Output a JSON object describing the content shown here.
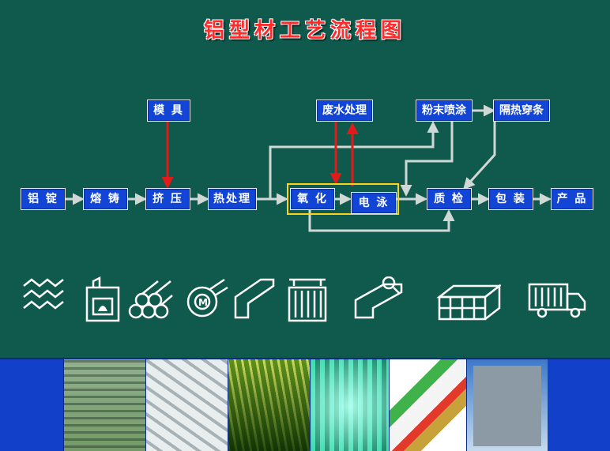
{
  "title": "铝型材工艺流程图",
  "nodes": {
    "ingot": "铝 锭",
    "melt": "熔 铸",
    "extrude": "挤 压",
    "heat": "热处理",
    "oxidize": "氧 化",
    "electro": "电 泳",
    "inspect": "质 检",
    "pack": "包 装",
    "product": "产 品",
    "mold": "模 具",
    "wastewater": "废水处理",
    "powder": "粉末喷涂",
    "thermal": "隔热穿条"
  },
  "icons": [
    "ingot-stack-icon",
    "furnace-icon",
    "billet-logs-icon",
    "extrusion-die-icon",
    "profile-rail-icon",
    "aging-oven-icon",
    "anodize-tank-icon",
    "profile-inspect-icon",
    "pallet-pack-icon",
    "truck-icon"
  ],
  "colors": {
    "background": "#0f5a4d",
    "box": "#1245d6",
    "title": "#ff2a2a",
    "arrow_gray": "#cfd8d4",
    "arrow_red": "#e21a1a",
    "highlight": "#ffd21a",
    "strip": "#1240c8"
  }
}
